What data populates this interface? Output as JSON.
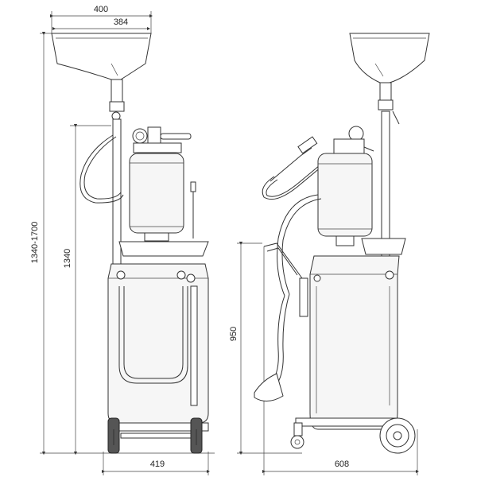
{
  "dimensions": {
    "top_outer_width": "400",
    "top_inner_width": "384",
    "max_height": "1340-1700",
    "body_height": "1340",
    "front_base_width": "419",
    "side_height": "950",
    "side_base_width": "608"
  }
}
